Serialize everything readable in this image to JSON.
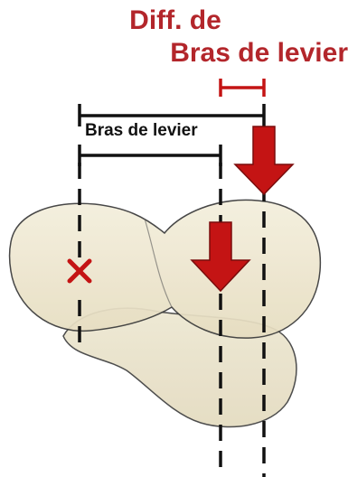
{
  "labels": {
    "diff_title_line1": "Diff. de",
    "diff_title_line2": "Bras de levier",
    "lever_arm": "Bras de levier",
    "center_mark": "×"
  },
  "colors": {
    "accent_red": "#b3262b",
    "arrow_red": "#c41414",
    "bone_fill": "#efe9d4",
    "bone_shadow": "#d8d0b4",
    "line_black": "#111111"
  }
}
